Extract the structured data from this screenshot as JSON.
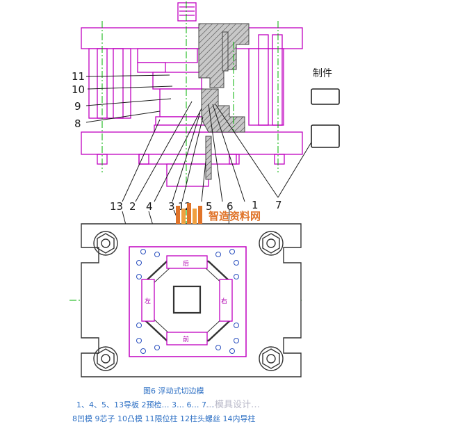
{
  "part_numbers_side": [
    "11",
    "10",
    "9",
    "8"
  ],
  "part_numbers_bottom": [
    "13",
    "2",
    "4",
    "3",
    "12",
    "5",
    "6",
    "1",
    "7"
  ],
  "product_label": "制件",
  "direction_labels": {
    "back": "后",
    "front": "前",
    "left": "左",
    "right": "右"
  },
  "caption": {
    "title": "图6 浮动式切边模",
    "line1": "1、4、5、13导板 2预检… 3… 6… 7…",
    "line2": "8凹模 9芯子 10凸模 11限位柱 12柱头螺丝 14内导柱"
  },
  "watermark": {
    "text": "智造资料网",
    "overlay": "…模具设计…"
  },
  "colors": {
    "outline": "#c000c0",
    "centerline": "#00b000",
    "hatch": "#444444",
    "section_fill": "#bbbbbb"
  }
}
